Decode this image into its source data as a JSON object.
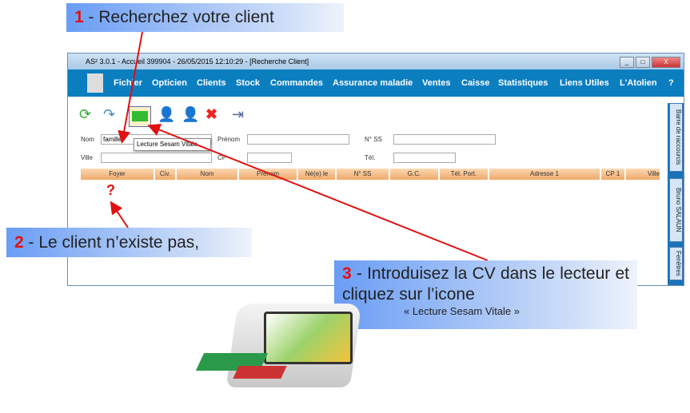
{
  "window": {
    "title": "AS² 3.0.1 - Accueil 399904 - 26/05/2015 12:10:29 - [Recherche Client]"
  },
  "menu": [
    "Fichier",
    "Opticien",
    "Clients",
    "Stock",
    "Commandes",
    "Assurance maladie",
    "Ventes",
    "Caisse",
    "Statistiques",
    "Liens Utiles",
    "L'Atolien",
    "?"
  ],
  "tooltip": "Lecture Sesam Vitale",
  "form": {
    "nom_label": "Nom",
    "nom_value": "familler",
    "prenom_label": "Prénom",
    "nss_label": "N° SS",
    "ville_label": "Ville",
    "cp_label": "CP",
    "tel_label": "Tél."
  },
  "columns": [
    "Foyer",
    "Civ.",
    "Nom",
    "Prénom",
    "Né(e) le",
    "N° SS",
    "G.C.",
    "Tél. Port.",
    "Adresse 1",
    "CP 1",
    "Ville"
  ],
  "sidebar": {
    "shortcuts": "Barre de raccourcis",
    "user": "Bruno SALAUN",
    "windows": "Fenêtres"
  },
  "question_mark": "?",
  "callouts": {
    "c1_num": "1",
    "c1_text": " - Recherchez votre client",
    "c2_num": "2",
    "c2_text": " - Le client n’existe pas,",
    "c3_num": "3",
    "c3_text": " - Introduisez la CV dans le lecteur et cliquez sur l’icone",
    "c3_sub": "« Lecture Sesam Vitale »"
  }
}
